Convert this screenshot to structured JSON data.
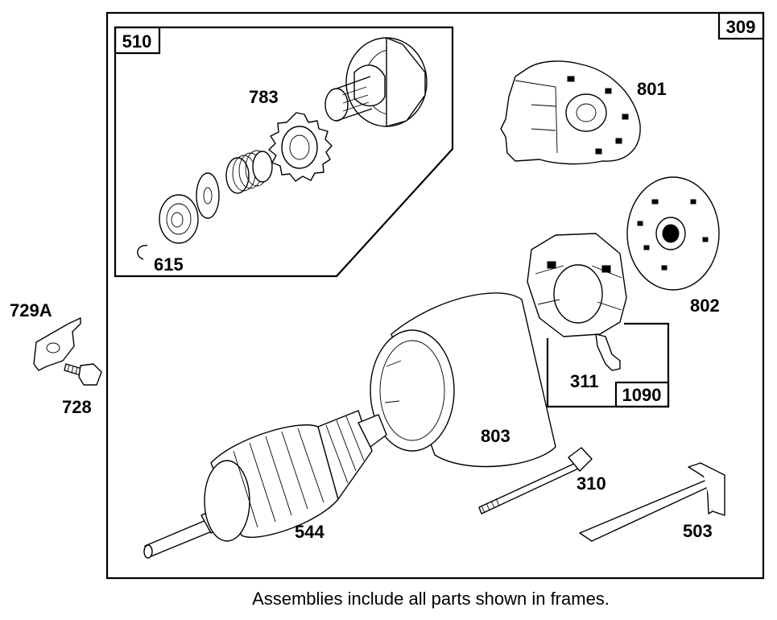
{
  "labels": {
    "outer_frame": "309",
    "gear_kit_frame": "510",
    "brush_frame": "1090",
    "pinion_gear": "783",
    "retaining_ring": "615",
    "end_cap": "801",
    "end_plate": "802",
    "brush_holder": "311",
    "housing": "803",
    "armature": "544",
    "through_bolt": "310",
    "bracket_503": "503",
    "bracket_729a": "729A",
    "screw": "728"
  },
  "caption": "Assemblies include all parts shown in frames."
}
